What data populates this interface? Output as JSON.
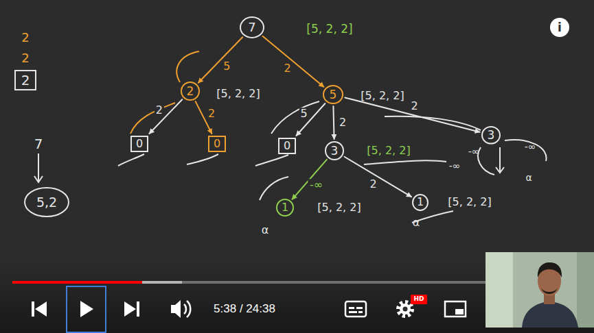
{
  "diagram": {
    "nodes": [
      {
        "text": [
          "7"
        ]
      },
      {
        "text": [
          "2"
        ]
      },
      {
        "text": [
          "5"
        ]
      },
      {
        "text": [
          "0"
        ]
      },
      {
        "text": [
          "0"
        ]
      },
      {
        "text": [
          "0"
        ]
      },
      {
        "text": [
          "3"
        ]
      },
      {
        "text": [
          "3"
        ]
      },
      {
        "text": [
          "1"
        ]
      },
      {
        "text": [
          "1"
        ]
      },
      {
        "text": [
          "2"
        ]
      },
      {
        "text": [
          "5,2"
        ]
      },
      {
        "text": [
          "i"
        ]
      },
      {
        "text": [
          "HD"
        ]
      }
    ],
    "edges": [
      {
        "from": 0,
        "to": 1,
        "label": "5",
        "arrow": "to"
      },
      {
        "from": 0,
        "to": 2,
        "label": "2",
        "arrow": "to"
      },
      {
        "from": 1,
        "to": 3,
        "label": "2",
        "arrow": "to"
      },
      {
        "from": 1,
        "to": 4,
        "label": "2",
        "arrow": "to"
      },
      {
        "from": 2,
        "to": 5,
        "label": "5",
        "arrow": "to"
      },
      {
        "from": 2,
        "to": 6,
        "label": "2",
        "arrow": "to"
      },
      {
        "from": 2,
        "to": 7,
        "label": "2",
        "arrow": "to"
      },
      {
        "from": 6,
        "to": 8,
        "label": "-∞",
        "arrow": "to"
      },
      {
        "from": 6,
        "to": 9,
        "label": "2",
        "arrow": "to"
      }
    ],
    "labels": [
      "2",
      "2",
      "7",
      "[5, 2, 2]",
      "[5, 2, 2]",
      "[5, 2, 2]",
      "[5, 2, 2]",
      "-∞",
      "-∞",
      "-∞",
      "α",
      "[5, 2, 2]",
      "α",
      "[5, 2, 2]",
      "α",
      "5:38 / 24:38"
    ]
  }
}
